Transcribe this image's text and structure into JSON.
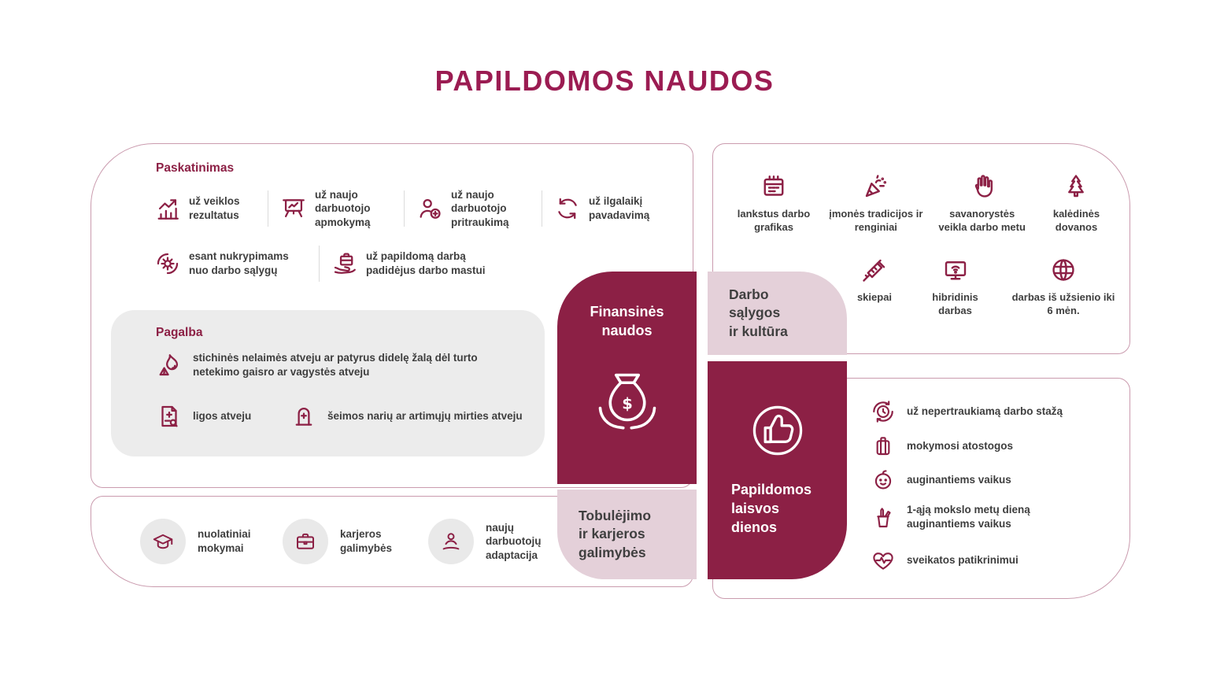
{
  "title": "PAPILDOMOS NAUDOS",
  "colors": {
    "maroon": "#8C2045",
    "title_maroon": "#9B1C52",
    "light_pink": "#E4D0D9",
    "outline_rose": "#CA9BAE",
    "panel_gray": "#ECECEC",
    "text": "#3E3E3E"
  },
  "paskatinimas": {
    "heading": "Paskatinimas",
    "row1": [
      {
        "icon": "growth-chart",
        "label": "už veiklos rezultatus"
      },
      {
        "icon": "training-board",
        "label": "už naujo darbuotojo apmokymą"
      },
      {
        "icon": "user-plus",
        "label": "už naujo darbuotojo pritraukimą"
      },
      {
        "icon": "swap-arrows",
        "label": "už ilgalaikį pavadavimą"
      }
    ],
    "row2": [
      {
        "icon": "gear-sync",
        "label": "esant nukrypimams nuo darbo sąlygų"
      },
      {
        "icon": "hand-briefcase",
        "label": "už papildomą darbą padidėjus darbo mastui"
      }
    ]
  },
  "pagalba": {
    "heading": "Pagalba",
    "items": [
      {
        "icon": "fire-warning",
        "label": "stichinės nelaimės atveju ar patyrus didelę žalą dėl turto netekimo gaisro ar vagystės atveju"
      },
      {
        "icon": "medical-record",
        "label": "ligos atveju"
      },
      {
        "icon": "tombstone",
        "label": "šeimos narių ar artimųjų mirties atveju"
      }
    ]
  },
  "darbo_salygos": {
    "row1": [
      {
        "icon": "flip-calendar",
        "label": "lankstus darbo grafikas"
      },
      {
        "icon": "party-popper",
        "label": "įmonės tradicijos ir renginiai"
      },
      {
        "icon": "raised-hand",
        "label": "savanorystės veikla darbo metu"
      },
      {
        "icon": "christmas-tree",
        "label": "kalėdinės dovanos"
      }
    ],
    "row2": [
      {
        "icon": "syringe",
        "label": "skiepai"
      },
      {
        "icon": "monitor-wifi",
        "label": "hibridinis darbas"
      },
      {
        "icon": "globe",
        "label": "darbas iš užsienio iki 6 mėn."
      }
    ]
  },
  "center": {
    "finansines": [
      "Finansinės",
      "naudos"
    ],
    "darbo": [
      "Darbo",
      "sąlygos",
      "ir kultūra"
    ],
    "tobulejimo": [
      "Tobulėjimo",
      "ir karjeros",
      "galimybės"
    ],
    "papildomos": [
      "Papildomos",
      "laisvos",
      "dienos"
    ]
  },
  "karjera": {
    "items": [
      {
        "icon": "graduation-cap",
        "label": "nuolatiniai mokymai"
      },
      {
        "icon": "briefcase",
        "label": "karjeros galimybės"
      },
      {
        "icon": "person-care",
        "label": "naujų darbuotojų adaptacija"
      }
    ]
  },
  "laisvos_dienos": {
    "items": [
      {
        "icon": "clock-refresh",
        "label": "už nepertraukiamą darbo stažą"
      },
      {
        "icon": "luggage",
        "label": "mokymosi atostogos"
      },
      {
        "icon": "baby",
        "label": "auginantiems vaikus"
      },
      {
        "icon": "pencil-cup",
        "label": "1-ąją mokslo metų dieną auginantiems vaikus"
      },
      {
        "icon": "heart-pulse",
        "label": "sveikatos patikrinimui"
      }
    ]
  }
}
